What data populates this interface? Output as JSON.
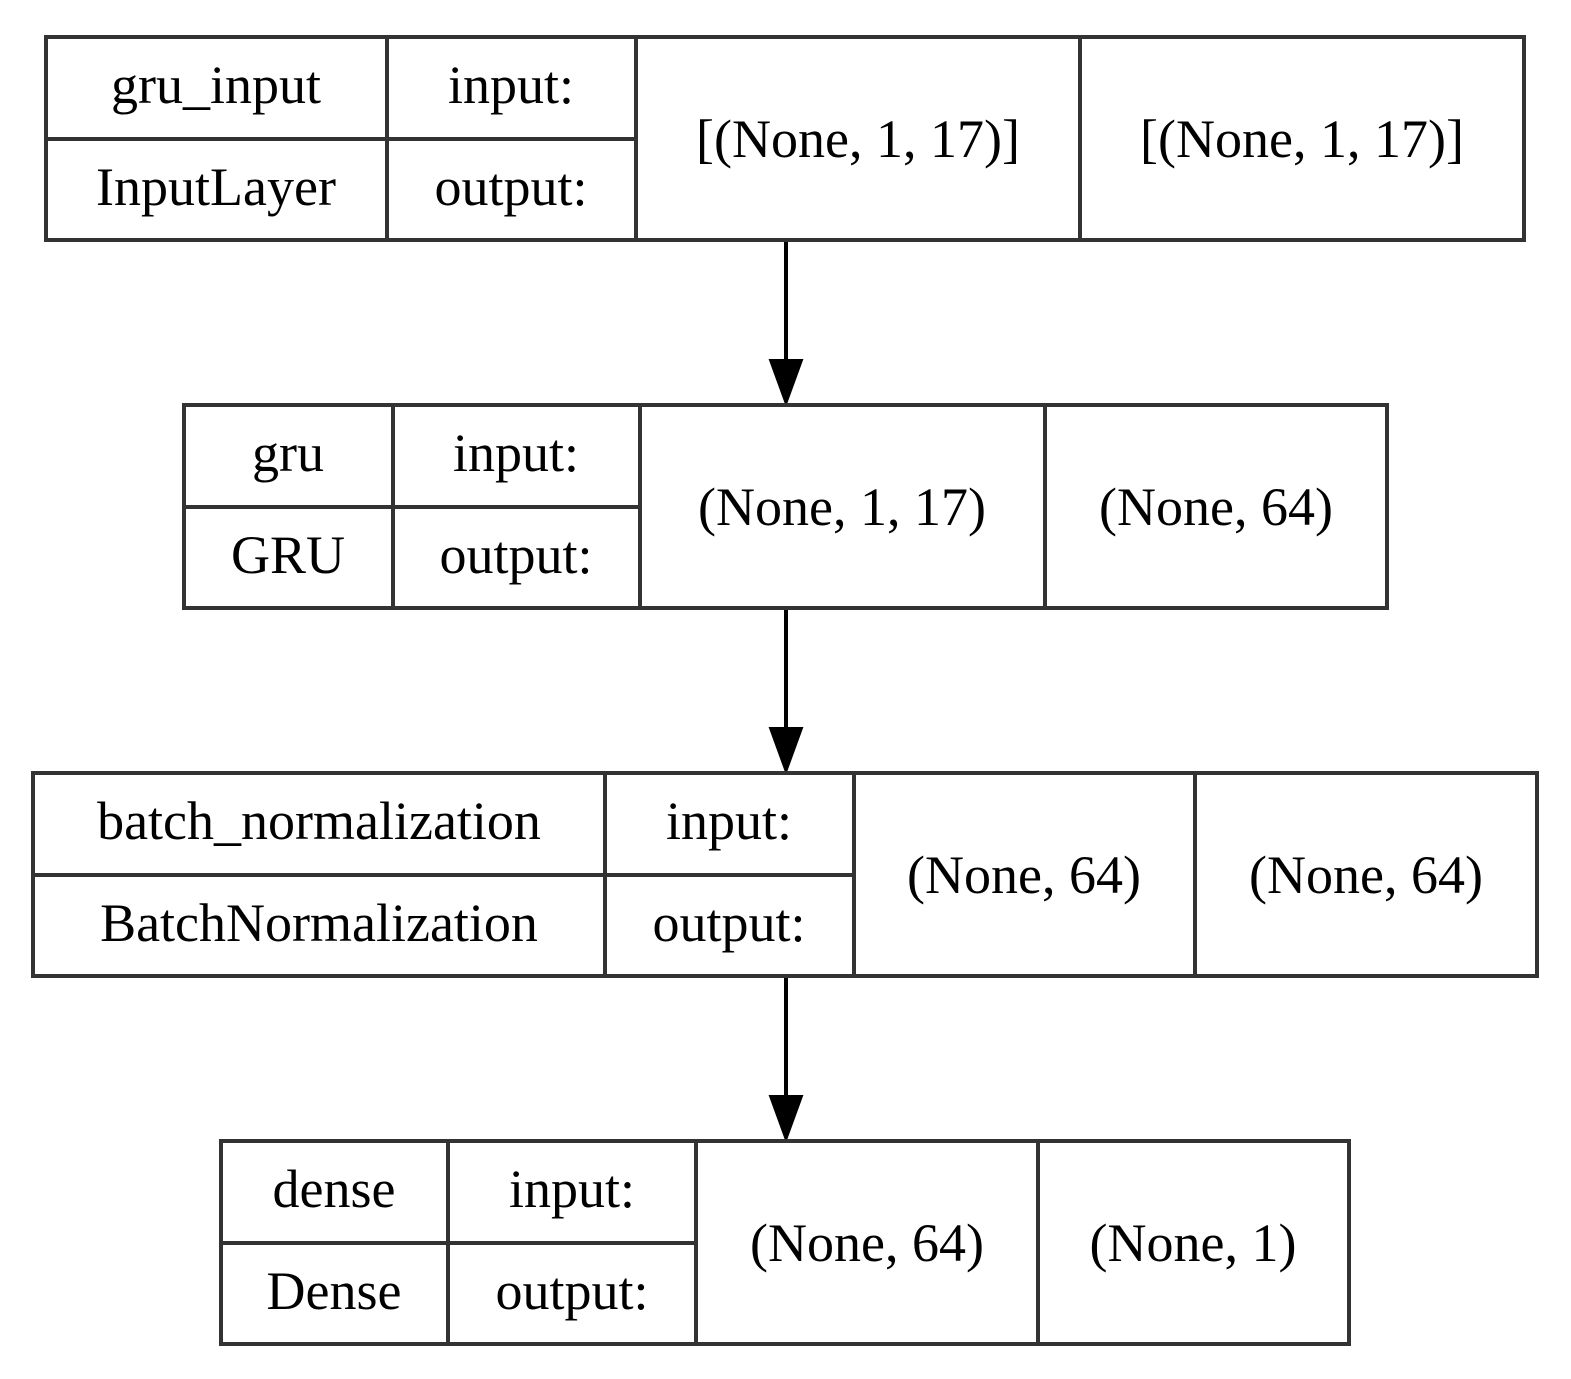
{
  "layers": [
    {
      "name": "gru_input",
      "type": "InputLayer",
      "input_label": "input:",
      "output_label": "output:",
      "input_shape": "[(None, 1, 17)]",
      "output_shape": "[(None, 1, 17)]"
    },
    {
      "name": "gru",
      "type": "GRU",
      "input_label": "input:",
      "output_label": "output:",
      "input_shape": "(None, 1, 17)",
      "output_shape": "(None, 64)"
    },
    {
      "name": "batch_normalization",
      "type": "BatchNormalization",
      "input_label": "input:",
      "output_label": "output:",
      "input_shape": "(None, 64)",
      "output_shape": "(None, 64)"
    },
    {
      "name": "dense",
      "type": "Dense",
      "input_label": "input:",
      "output_label": "output:",
      "input_shape": "(None, 64)",
      "output_shape": "(None, 1)"
    }
  ],
  "edges": [
    {
      "from": "gru_input",
      "to": "gru"
    },
    {
      "from": "gru",
      "to": "batch_normalization"
    },
    {
      "from": "batch_normalization",
      "to": "dense"
    }
  ]
}
